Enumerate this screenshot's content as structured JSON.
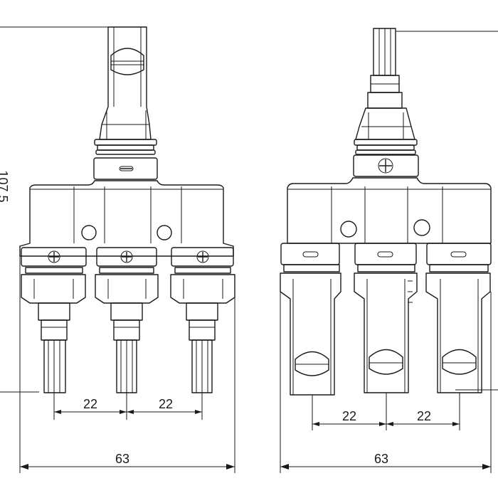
{
  "drawing": {
    "left_view": {
      "dim_height": "107.5",
      "dim_pitch_left": "22",
      "dim_pitch_right": "22",
      "dim_width": "63"
    },
    "right_view": {
      "dim_pitch_left": "22",
      "dim_pitch_right": "22",
      "dim_width": "63"
    }
  }
}
